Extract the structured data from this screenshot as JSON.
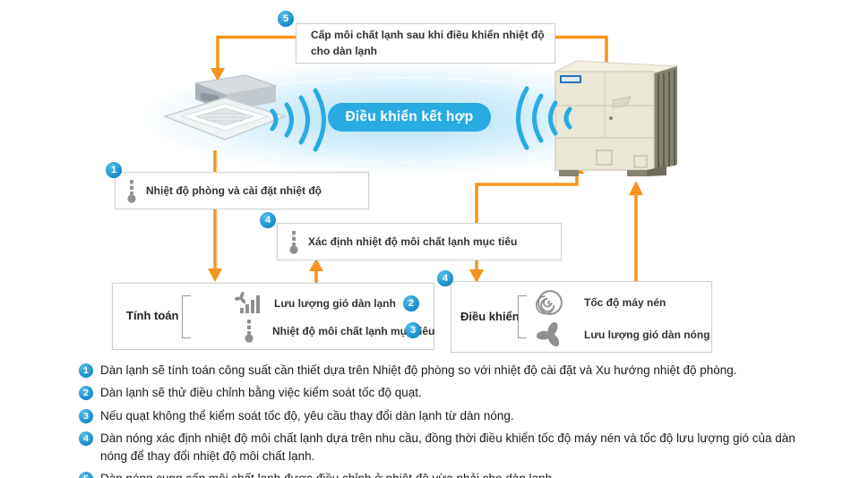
{
  "colors": {
    "orange": "#F7941D",
    "blue": "#29ABE2",
    "badge_blue": "#1E9CD7"
  },
  "hub": {
    "label": "Điều khiển kết hợp"
  },
  "callouts": {
    "supply": {
      "badge": "5",
      "text": "Cấp môi chất lạnh sau khi điều khiển nhiệt độ cho dàn lạnh"
    },
    "room": {
      "badge": "1",
      "text": "Nhiệt độ phòng và cài đặt nhiệt độ"
    },
    "target": {
      "badge": "4",
      "text": "Xác định nhiệt độ môi chất lạnh mục tiêu"
    }
  },
  "calc_box": {
    "label": "Tính toán",
    "row1": {
      "text": "Lưu lượng gió dàn lạnh",
      "badge": "2"
    },
    "row2": {
      "text": "Nhiệt độ môi chất lạnh mục tiêu",
      "badge": "3"
    }
  },
  "control_box": {
    "badge": "4",
    "label": "Điều khiển",
    "row1": {
      "text": "Tốc độ máy nén"
    },
    "row2": {
      "text": "Lưu lượng gió dàn nóng"
    }
  },
  "notes": [
    {
      "badge": "1",
      "text": "Dàn lạnh sẽ tính toán công suất cần thiết dựa trên Nhiệt độ phòng so với nhiệt độ cài đặt và Xu hướng nhiệt độ phòng."
    },
    {
      "badge": "2",
      "text": "Dàn lạnh sẽ thử điều chỉnh bằng việc kiểm soát tốc độ quạt."
    },
    {
      "badge": "3",
      "text": "Nếu quạt không thể kiểm soát tốc độ, yêu cầu thay đổi dàn lạnh từ dàn nóng."
    },
    {
      "badge": "4",
      "text": "Dàn nóng xác định nhiệt độ môi chất lạnh dựa trên nhu cầu, đồng thời điều khiển tốc độ máy nén và tốc độ lưu lượng gió của dàn nóng để thay đổi nhiệt độ môi chất lạnh."
    },
    {
      "badge": "5",
      "text": "Dàn nóng cung cấp môi chất lạnh được điều chỉnh ở nhiệt độ vừa phải cho dàn lạnh."
    }
  ]
}
